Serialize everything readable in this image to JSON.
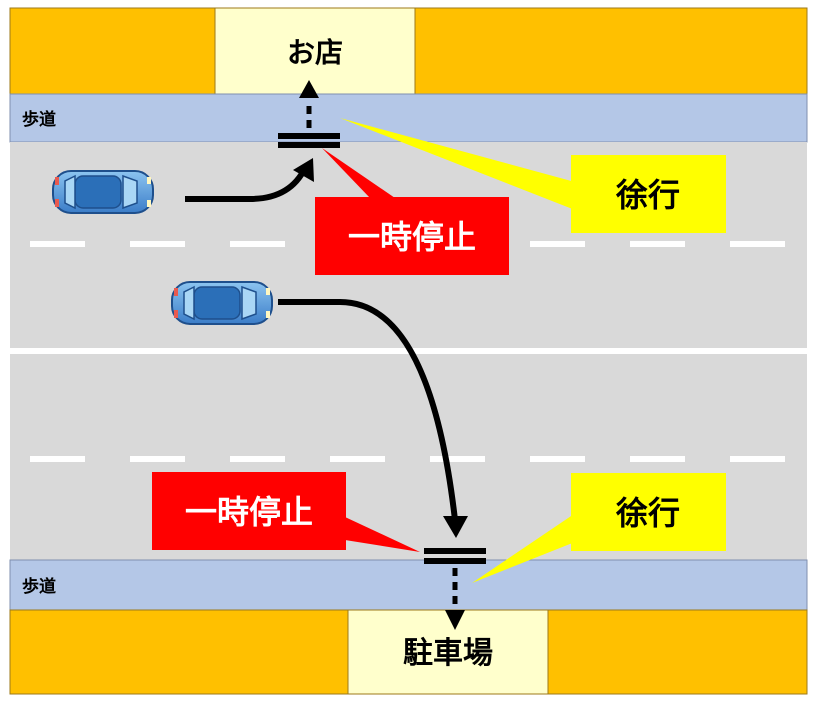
{
  "places": {
    "shop": "お店",
    "parking": "駐車場"
  },
  "sidewalk": {
    "top_label": "歩道",
    "bottom_label": "歩道"
  },
  "callouts": {
    "stop_top": "一時停止",
    "stop_bottom": "一時停止",
    "slow_top": "徐行",
    "slow_bottom": "徐行"
  },
  "colors": {
    "building": "#FFC000",
    "sidewalk": "#B4C7E7",
    "road": "#D9D9D9",
    "destination_box": "#FFFFCC",
    "stop_callout": "#FF0000",
    "slow_callout": "#FFFF00",
    "car_body": "#4A90D9"
  }
}
